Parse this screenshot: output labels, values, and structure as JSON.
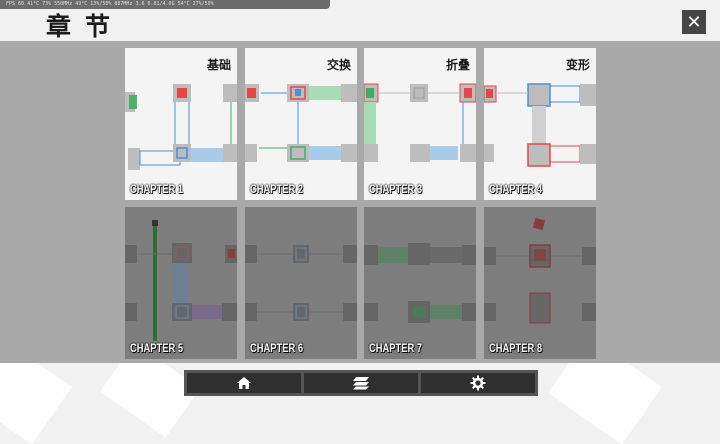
{
  "perf_overlay": "FPS 60 41°C 73% 550MHz 49°C 13%/50% 887MHz 3.6 0.81/4.0G 54°C 27%/50%",
  "header": {
    "title": "章节",
    "close_glyph": "✕"
  },
  "chapters": [
    {
      "label": "CHAPTER 1",
      "name": "基础",
      "locked": false
    },
    {
      "label": "CHAPTER 2",
      "name": "交换",
      "locked": false
    },
    {
      "label": "CHAPTER 3",
      "name": "折叠",
      "locked": false
    },
    {
      "label": "CHAPTER 4",
      "name": "变形",
      "locked": false
    },
    {
      "label": "CHAPTER 5",
      "name": "",
      "locked": true
    },
    {
      "label": "CHAPTER 6",
      "name": "",
      "locked": true
    },
    {
      "label": "CHAPTER 7",
      "name": "",
      "locked": true
    },
    {
      "label": "CHAPTER 8",
      "name": "",
      "locked": true
    }
  ],
  "bottom_nav": {
    "items": [
      "home-icon",
      "layers-icon",
      "gear-icon"
    ]
  },
  "colors": {
    "accent_red": "#e64646",
    "accent_blue": "#4a8fd6",
    "accent_green": "#3fae63",
    "panel": "#a9a9a9"
  }
}
